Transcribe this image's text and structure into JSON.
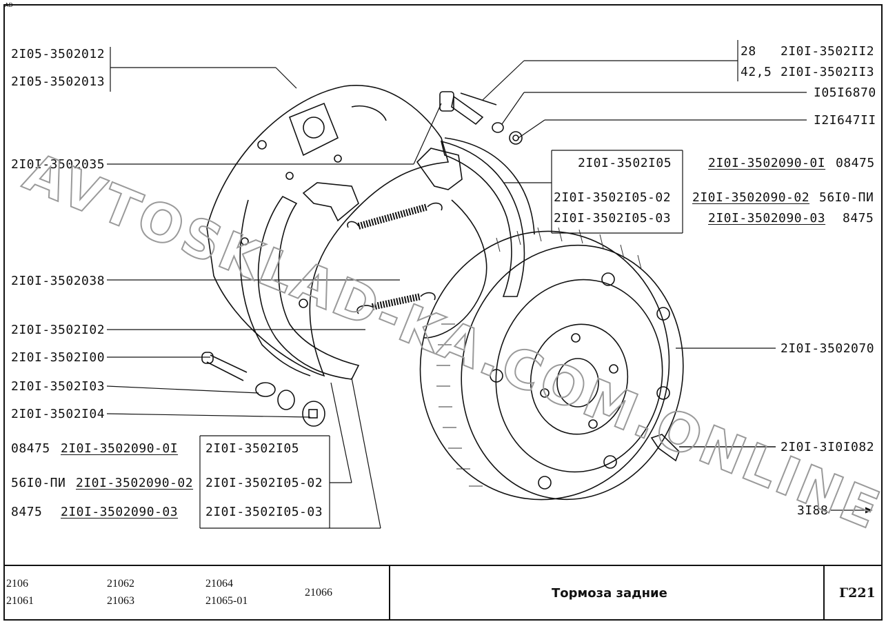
{
  "corner_mark": "AD",
  "watermark": "AVTOSKLAD-KA.COM.ONLINE",
  "labels_left": [
    "2I05-3502012",
    "2I05-3502013",
    "2I0I-3502035",
    "2I0I-3502038",
    "2I0I-3502I02",
    "2I0I-3502I00",
    "2I0I-3502I03",
    "2I0I-3502I04"
  ],
  "labels_right": {
    "bolt_28": "28",
    "bolt_28_code": "2I0I-3502II2",
    "bolt_42": "42,5",
    "bolt_42_code": "2I0I-3502II3",
    "washer": "I05I6870",
    "nut": "I2I647II",
    "drum": "2I0I-3502070",
    "bleeder": "2I0I-3I0I082",
    "page_ref": "3I88"
  },
  "shoe_kit_right": {
    "shoes": [
      "2I0I-3502I05",
      "2I0I-3502I05-02",
      "2I0I-3502I05-03"
    ],
    "sets": [
      {
        "code": "2I0I-3502090-0I",
        "maker": "08475"
      },
      {
        "code": "2I0I-3502090-02",
        "maker": "56I0-ПИ"
      },
      {
        "code": "2I0I-3502090-03",
        "maker": "8475"
      }
    ]
  },
  "shoe_kit_left": {
    "sets": [
      {
        "maker": "08475",
        "code": "2I0I-3502090-0I"
      },
      {
        "maker": "56I0-ПИ",
        "code": "2I0I-3502090-02"
      },
      {
        "maker": "8475",
        "code": "2I0I-3502090-03"
      }
    ],
    "shoes": [
      "2I0I-3502I05",
      "2I0I-3502I05-02",
      "2I0I-3502I05-03"
    ]
  },
  "title_block": {
    "models": [
      "2106",
      "21061",
      "21062",
      "21063",
      "21064",
      "21065-01",
      "21066"
    ],
    "title": "Тормоза задние",
    "code": "Г221"
  }
}
